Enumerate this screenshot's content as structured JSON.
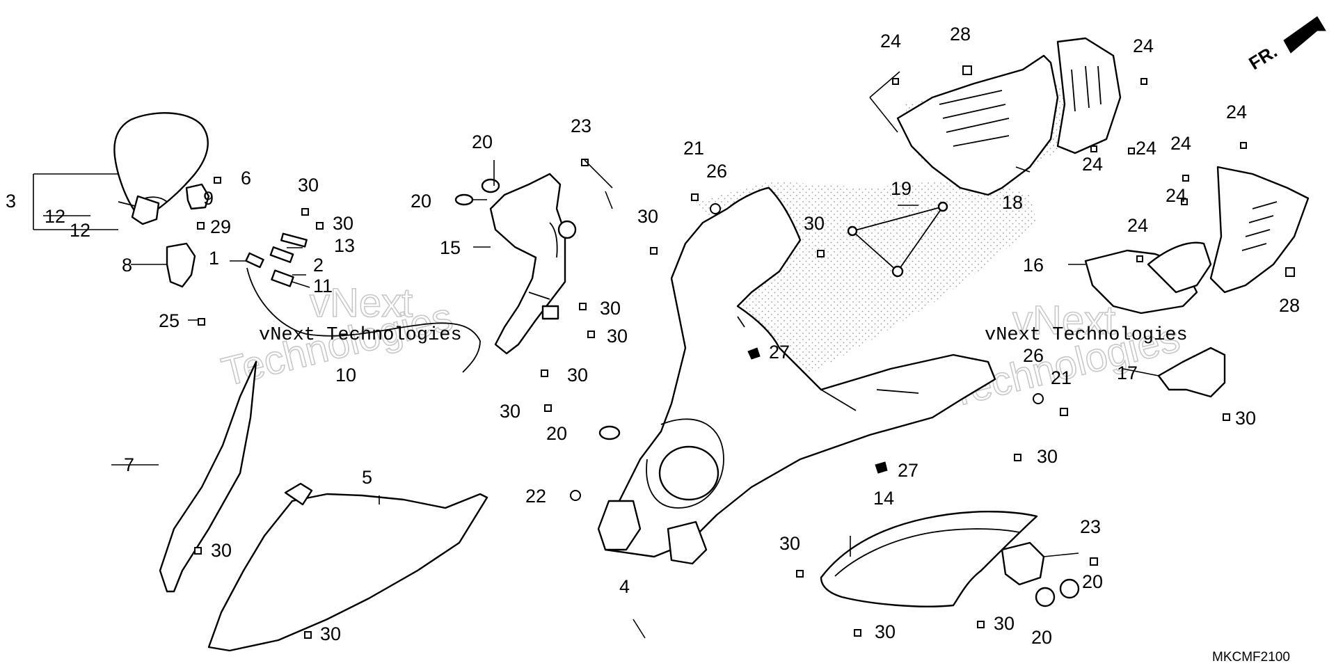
{
  "orientation": {
    "direction_label": "FR."
  },
  "drawing_code": "MKCMF2100",
  "watermark": {
    "small_text": "vNext Technologies",
    "big_line1": "vNext",
    "big_line2": "Technologies"
  },
  "callouts": {
    "c1": "1",
    "c2": "2",
    "c3": "3",
    "c4": "4",
    "c5": "5",
    "c6": "6",
    "c7": "7",
    "c8": "8",
    "c9": "9",
    "c10": "10",
    "c11": "11",
    "c12": "12",
    "c13": "13",
    "c14": "14",
    "c15": "15",
    "c16": "16",
    "c17": "17",
    "c18": "18",
    "c19": "19",
    "c20": "20",
    "c21": "21",
    "c22": "22",
    "c23": "23",
    "c24": "24",
    "c25": "25",
    "c26": "26",
    "c27": "27",
    "c28": "28",
    "c29": "29",
    "c30": "30"
  }
}
